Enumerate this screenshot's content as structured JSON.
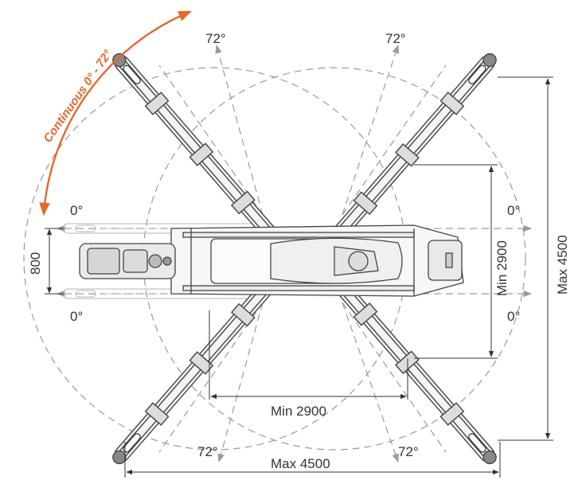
{
  "colors": {
    "accent": "#e8672a",
    "line": "#444444",
    "dash": "#9a9a9a",
    "dim": "#333333"
  },
  "rotation": {
    "label": "Continuous 0° - 72°"
  },
  "angles": {
    "top_left_72": "72°",
    "top_right_72": "72°",
    "bottom_left_72": "72°",
    "bottom_right_72": "72°",
    "left_upper_0": "0°",
    "left_lower_0": "0°",
    "right_upper_0": "0°",
    "right_lower_0": "0°"
  },
  "dimensions": {
    "track_width": "800",
    "min_width": "Min 2900",
    "max_width": "Max 4500",
    "min_length": "Min 2900",
    "max_length": "Max 4500"
  },
  "icons": [
    "crane-top-view",
    "outrigger-leg",
    "rotation-arrow"
  ]
}
